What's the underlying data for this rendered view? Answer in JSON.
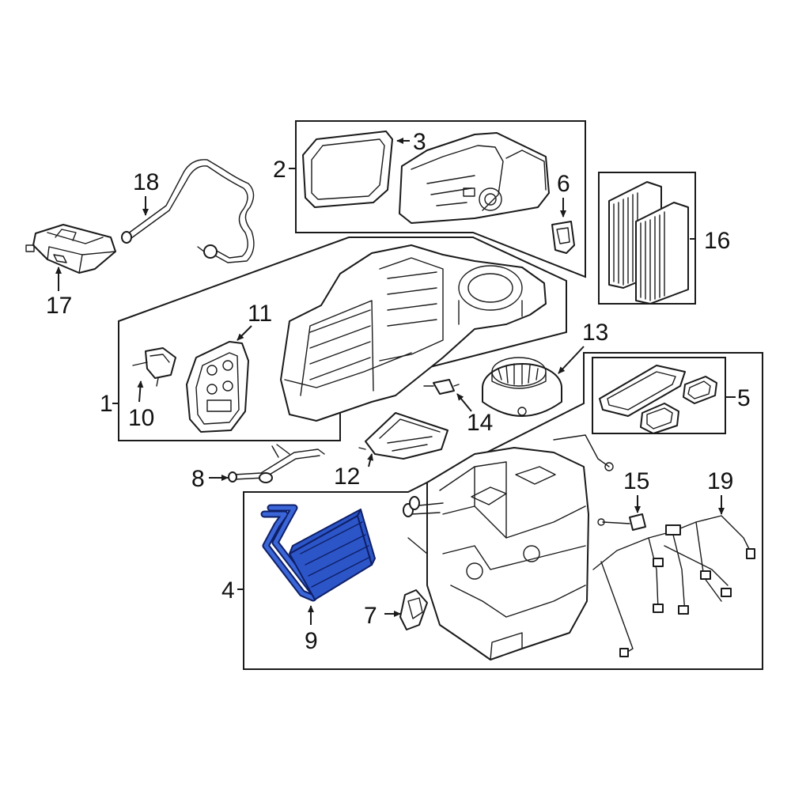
{
  "callouts": {
    "c1": "1",
    "c2": "2",
    "c3": "3",
    "c4": "4",
    "c5": "5",
    "c6": "6",
    "c7": "7",
    "c8": "8",
    "c9": "9",
    "c10": "10",
    "c11": "11",
    "c12": "12",
    "c13": "13",
    "c14": "14",
    "c15": "15",
    "c16": "16",
    "c17": "17",
    "c18": "18",
    "c19": "19"
  },
  "highlight_color": "#2c55c8",
  "highlighted_part": "9"
}
